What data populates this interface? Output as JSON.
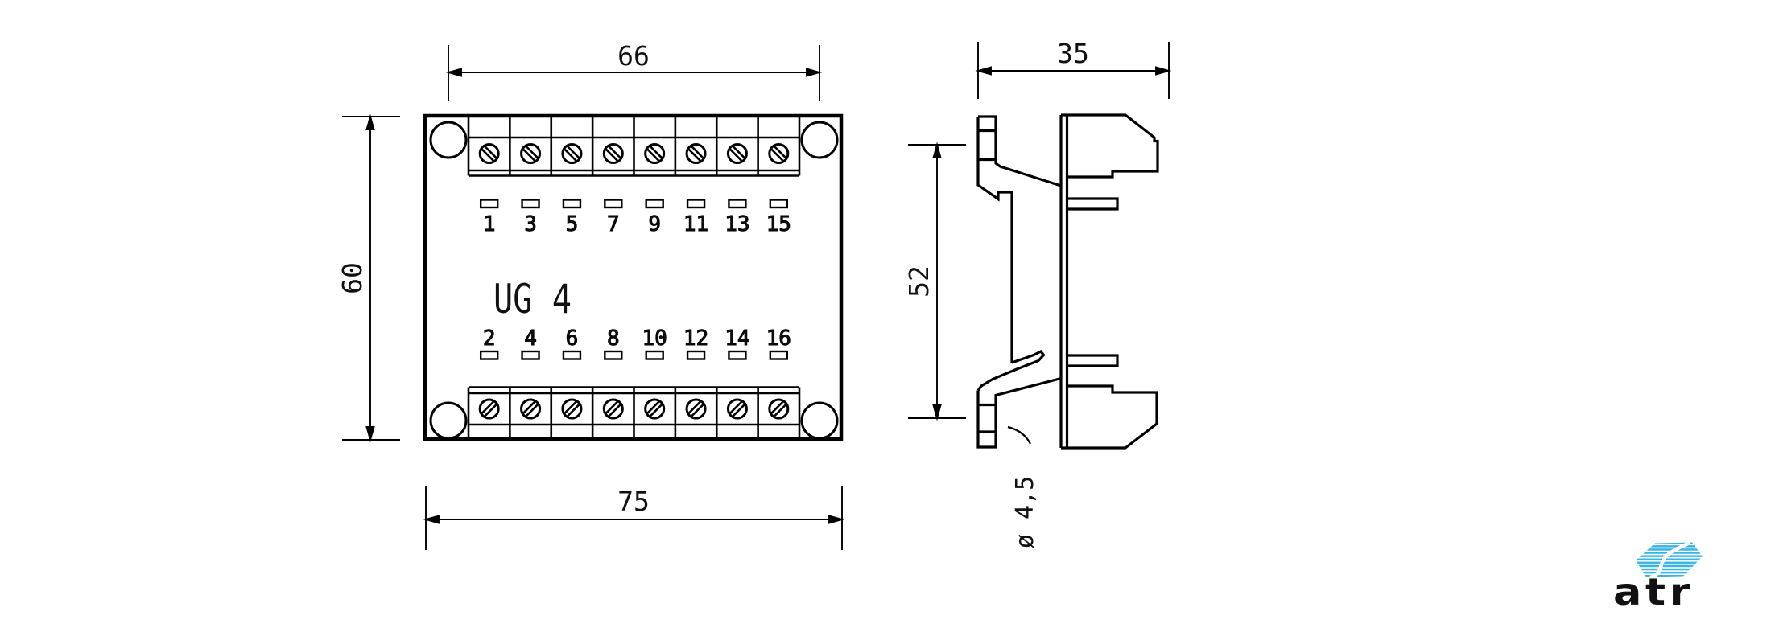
{
  "drawing": {
    "module_label": "UG 4",
    "terminals": {
      "top_row": [
        "1",
        "3",
        "5",
        "7",
        "9",
        "11",
        "13",
        "15"
      ],
      "bottom_row": [
        "2",
        "4",
        "6",
        "8",
        "10",
        "12",
        "14",
        "16"
      ]
    },
    "dimensions": {
      "hole_spacing": "66",
      "overall_width": "75",
      "overall_height": "60",
      "depth": "35",
      "side_height": "52",
      "hole_diameter": "ø 4,5"
    }
  },
  "logo": {
    "text": "atr",
    "stripe_color": "#38b4e5",
    "text_color": "#000000"
  }
}
